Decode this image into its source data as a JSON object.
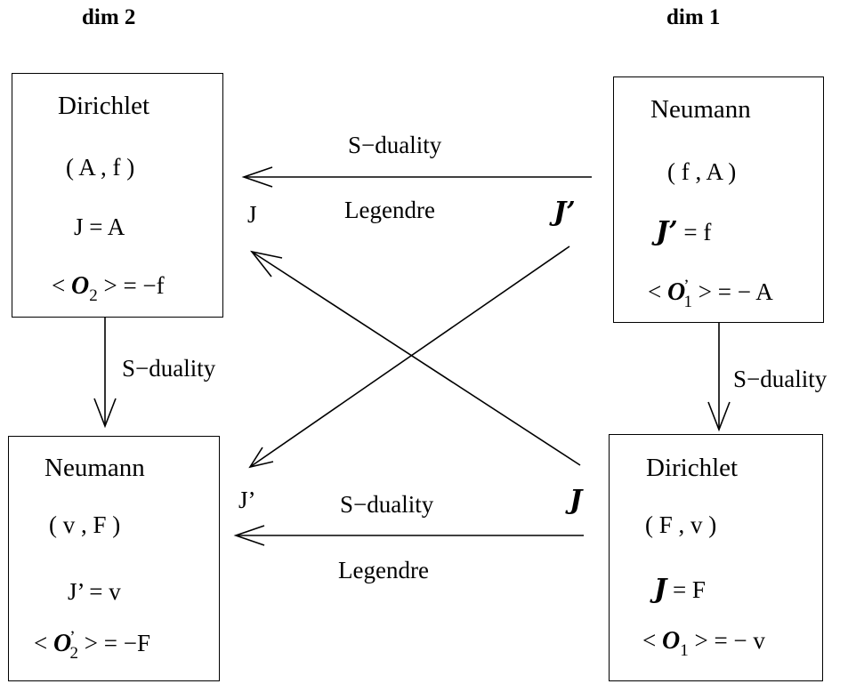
{
  "headers": {
    "left": "dim 2",
    "right": "dim 1"
  },
  "boxes": {
    "top_left": {
      "title": "Dirichlet",
      "pair": "( A , f )",
      "line3": "J = A",
      "op_lhs": "<",
      "op_symbol": "O",
      "op_sub": "2",
      "op_rhs": "> = −f"
    },
    "top_right": {
      "title": "Neumann",
      "pair": "( f , A )",
      "script_symbol": "J",
      "prime": "’",
      "line3_rhs": "= f",
      "op_lhs": "<",
      "op_symbol": "O",
      "op_prime": "’",
      "op_sub": "1",
      "op_rhs": "> = − A"
    },
    "bottom_left": {
      "title": "Neumann",
      "pair": "( v , F )",
      "line3": "J’ = v",
      "op_lhs": "<",
      "op_symbol": "O",
      "op_prime": "’",
      "op_sub": "2",
      "op_rhs": "> = −F"
    },
    "bottom_right": {
      "title": "Dirichlet",
      "pair": "( F , v )",
      "script_symbol": "J",
      "line3_rhs": "= F",
      "op_lhs": "<",
      "op_symbol": "O",
      "op_sub": "1",
      "op_rhs": "> = − v"
    }
  },
  "edge_labels": {
    "top_arrow_above": "S−duality",
    "top_arrow_below": "Legendre",
    "bottom_arrow_above": "S−duality",
    "bottom_arrow_below": "Legendre",
    "left_vertical": "S−duality",
    "right_vertical": "S−duality"
  },
  "node_labels": {
    "J_top": "J",
    "J_prime_top_script": "J",
    "J_prime_top_prime": "’",
    "J_prime_bottom": "J’",
    "J_script_bottom": "J"
  }
}
